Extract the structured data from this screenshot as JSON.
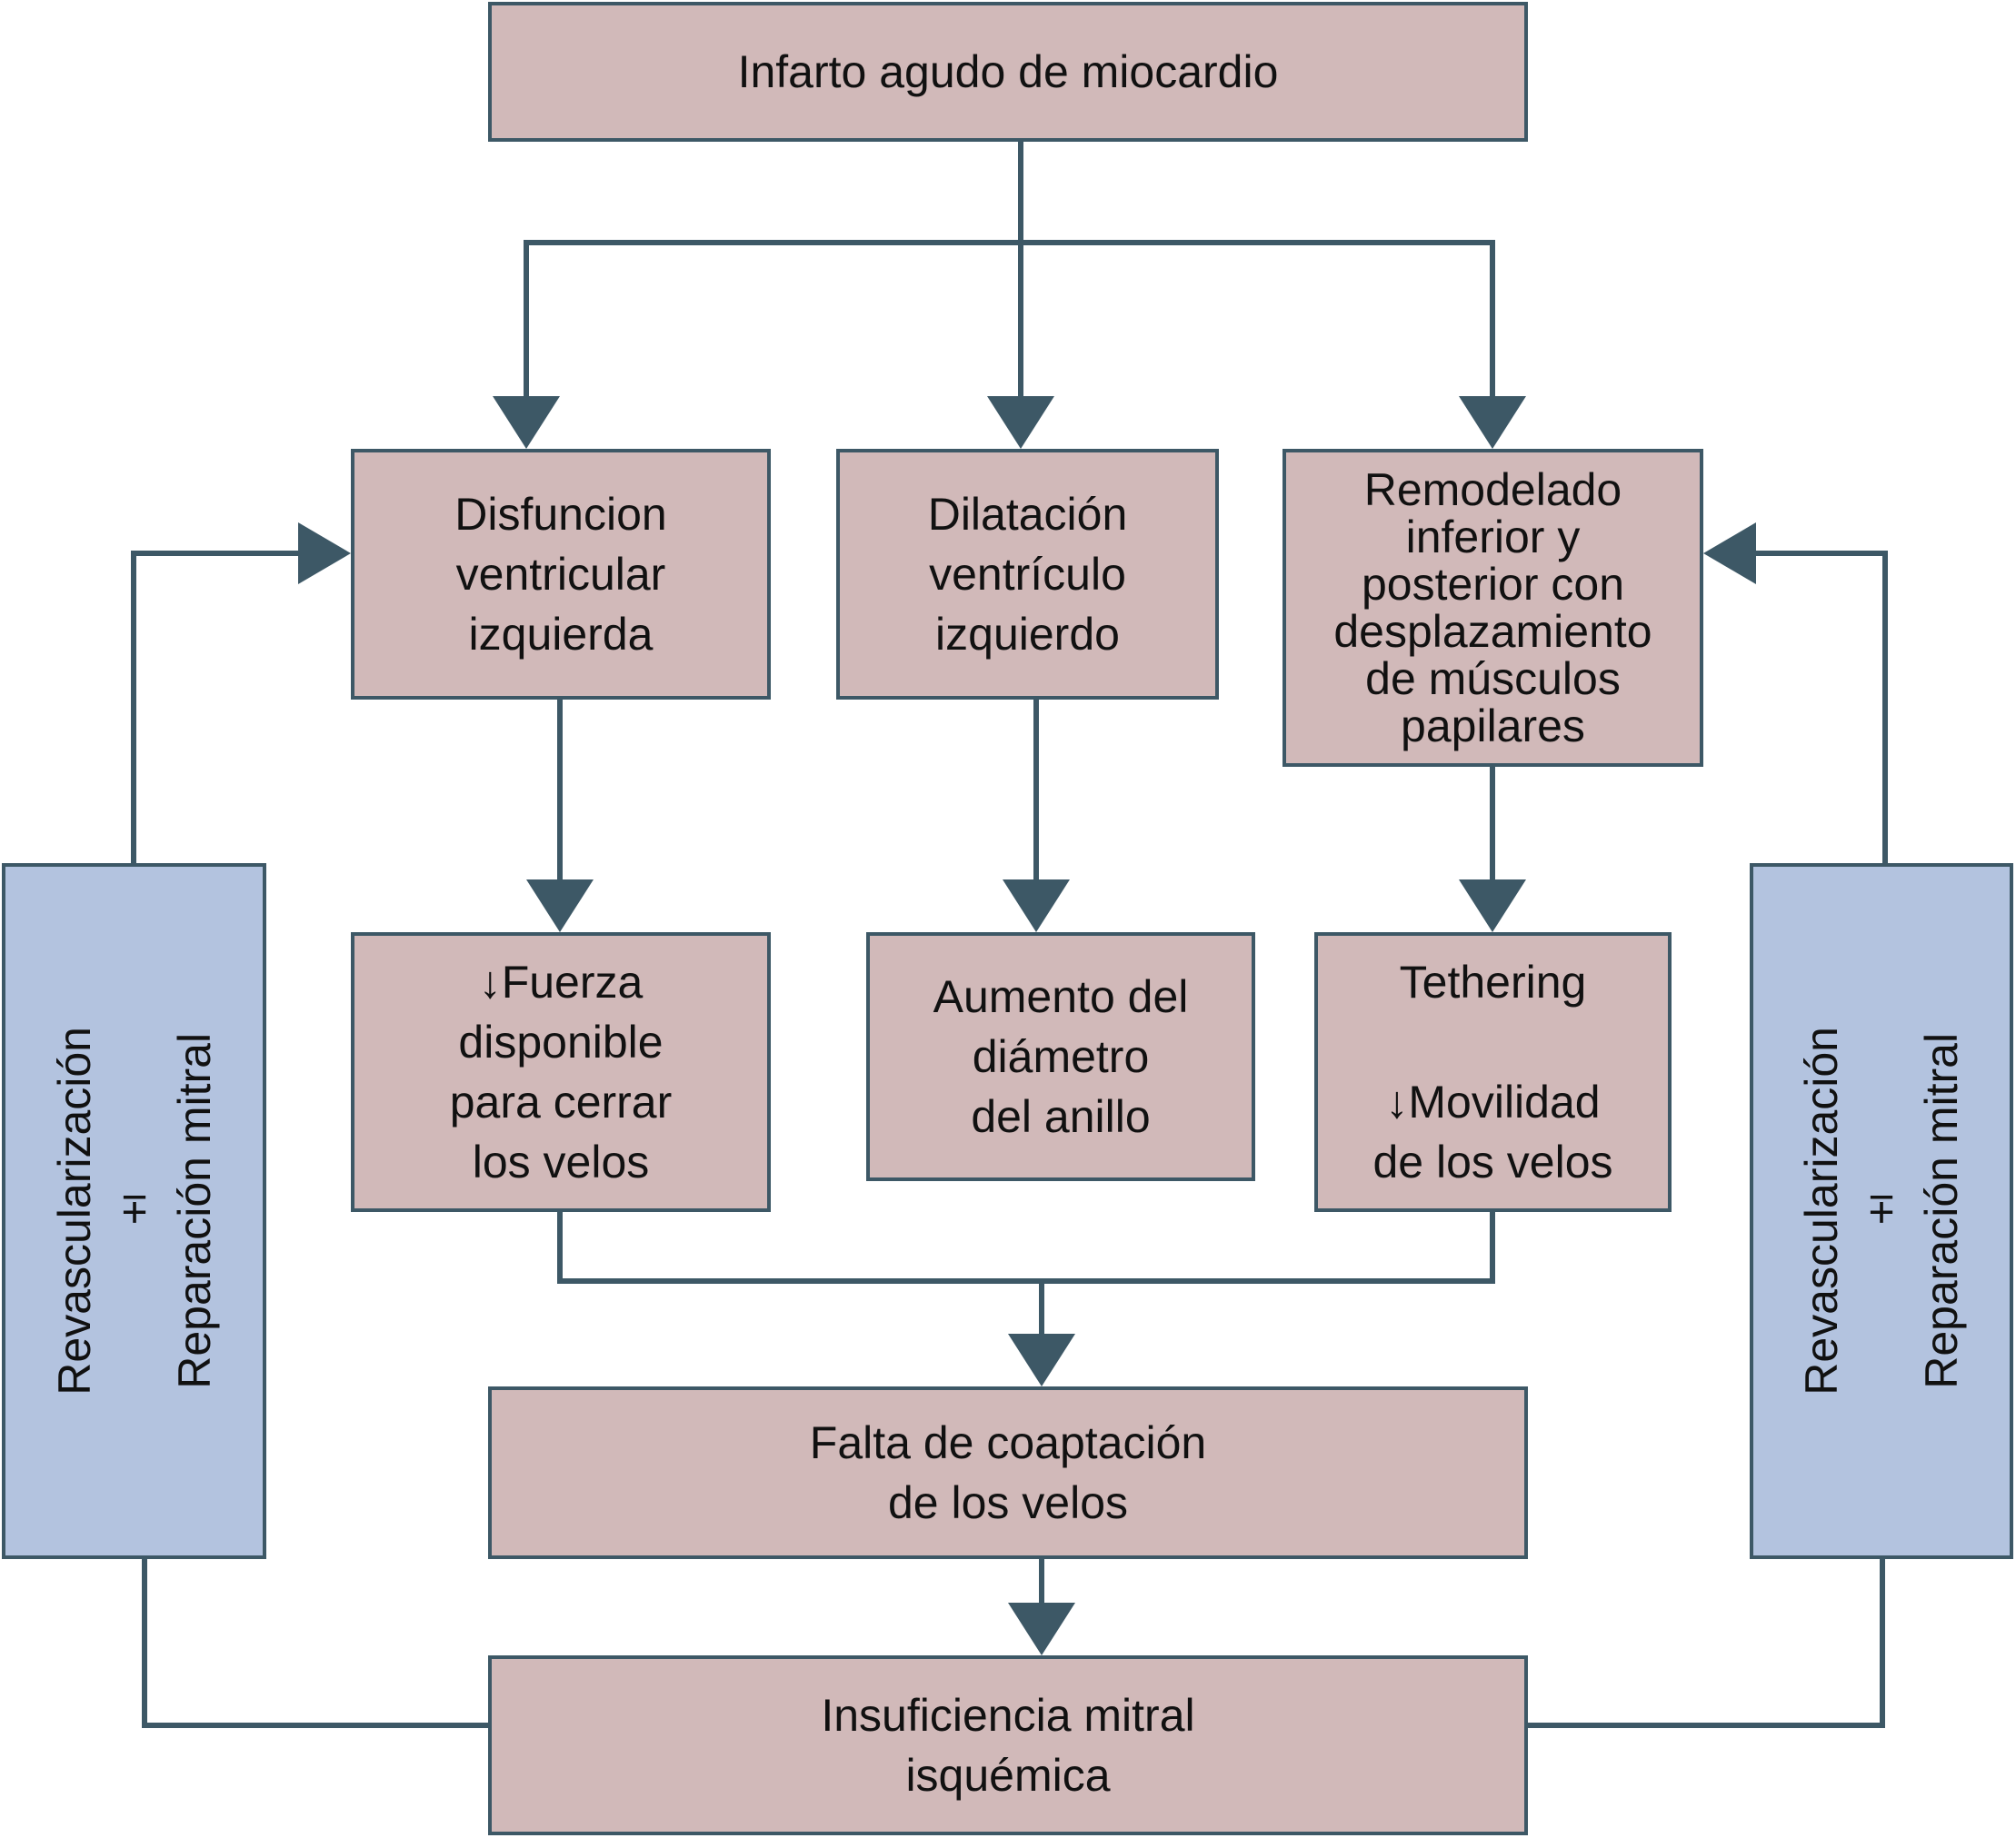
{
  "diagram": {
    "colors": {
      "box_fill": "#d1b9b9",
      "treatment_fill": "#b3c3df",
      "line": "#3d5866"
    },
    "nodes": {
      "infarto": "Infarto agudo de miocardio",
      "disfuncion": "Disfuncion\nventricular\nizquierda",
      "dilatacion": "Dilatación\nventrículo\nizquierdo",
      "remodelado": "Remodelado\ninferior y\nposterior con\ndesplazamiento\nde músculos\npapilares",
      "fuerza": "↓Fuerza\ndisponible\npara cerrar\nlos velos",
      "aumento": "Aumento del\ndiámetro\ndel anillo",
      "tethering": "Tethering\n\n↓Movilidad\nde los velos",
      "falta": "Falta de coaptación\nde los velos",
      "insuficiencia": "Insuficiencia mitral\nisquémica"
    },
    "treatment_left": "Revascularización\n±\nReparación mitral",
    "treatment_right": "Revascularización\n±\nReparación mitral"
  }
}
